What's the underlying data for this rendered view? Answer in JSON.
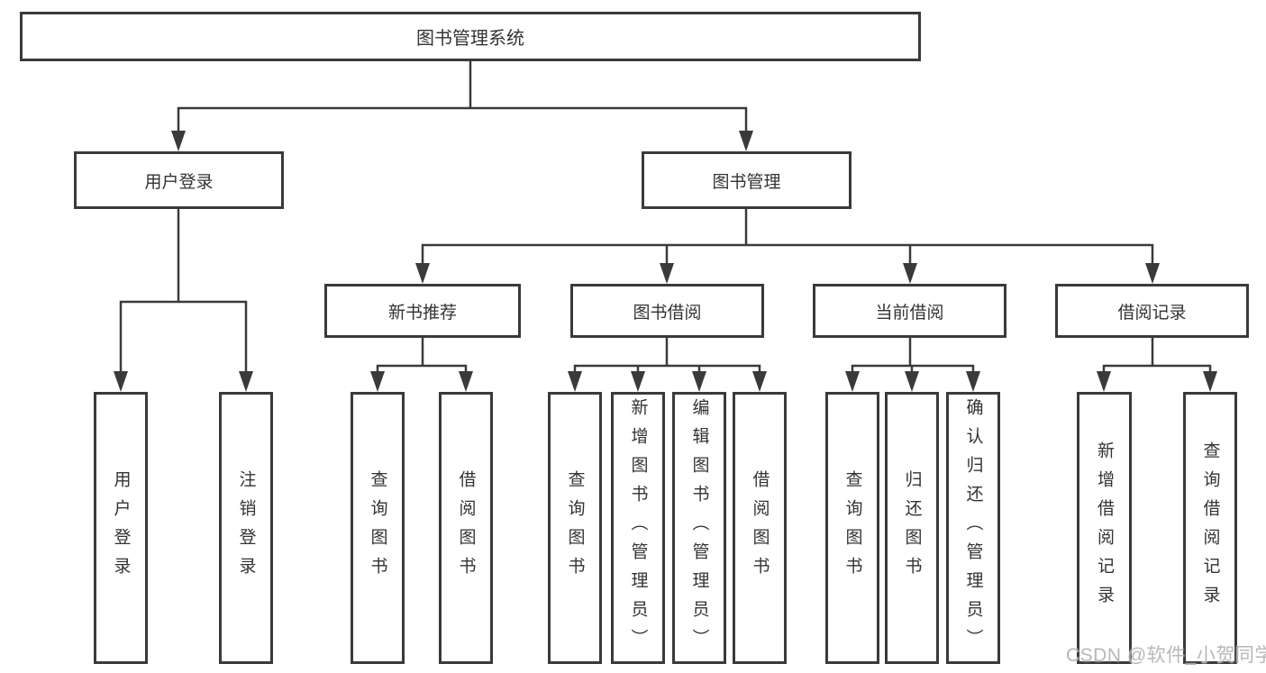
{
  "diagram": {
    "root": {
      "label": "图书管理系统"
    },
    "level2": [
      {
        "label": "用户登录"
      },
      {
        "label": "图书管理"
      }
    ],
    "level3": [
      {
        "label": "新书推荐"
      },
      {
        "label": "图书借阅"
      },
      {
        "label": "当前借阅"
      },
      {
        "label": "借阅记录"
      }
    ],
    "leaves": {
      "user_login": [
        {
          "label": "用户登录"
        },
        {
          "label": "注销登录"
        }
      ],
      "new_book_recommend": [
        {
          "label": "查询图书"
        },
        {
          "label": "借阅图书"
        }
      ],
      "book_borrow": [
        {
          "label": "查询图书"
        },
        {
          "label": "新增图书（管理员）"
        },
        {
          "label": "编辑图书（管理员）"
        },
        {
          "label": "借阅图书"
        }
      ],
      "current_borrow": [
        {
          "label": "查询图书"
        },
        {
          "label": "归还图书"
        },
        {
          "label": "确认归还（管理员）"
        }
      ],
      "borrow_records": [
        {
          "label": "新增借阅记录"
        },
        {
          "label": "查询借阅记录"
        }
      ]
    },
    "watermark": "CSDN @软件_小贺同学",
    "colors": {
      "line": "#3a3a3a",
      "text": "#333333",
      "watermark": "#b0b0b0",
      "background": "#ffffff"
    }
  }
}
